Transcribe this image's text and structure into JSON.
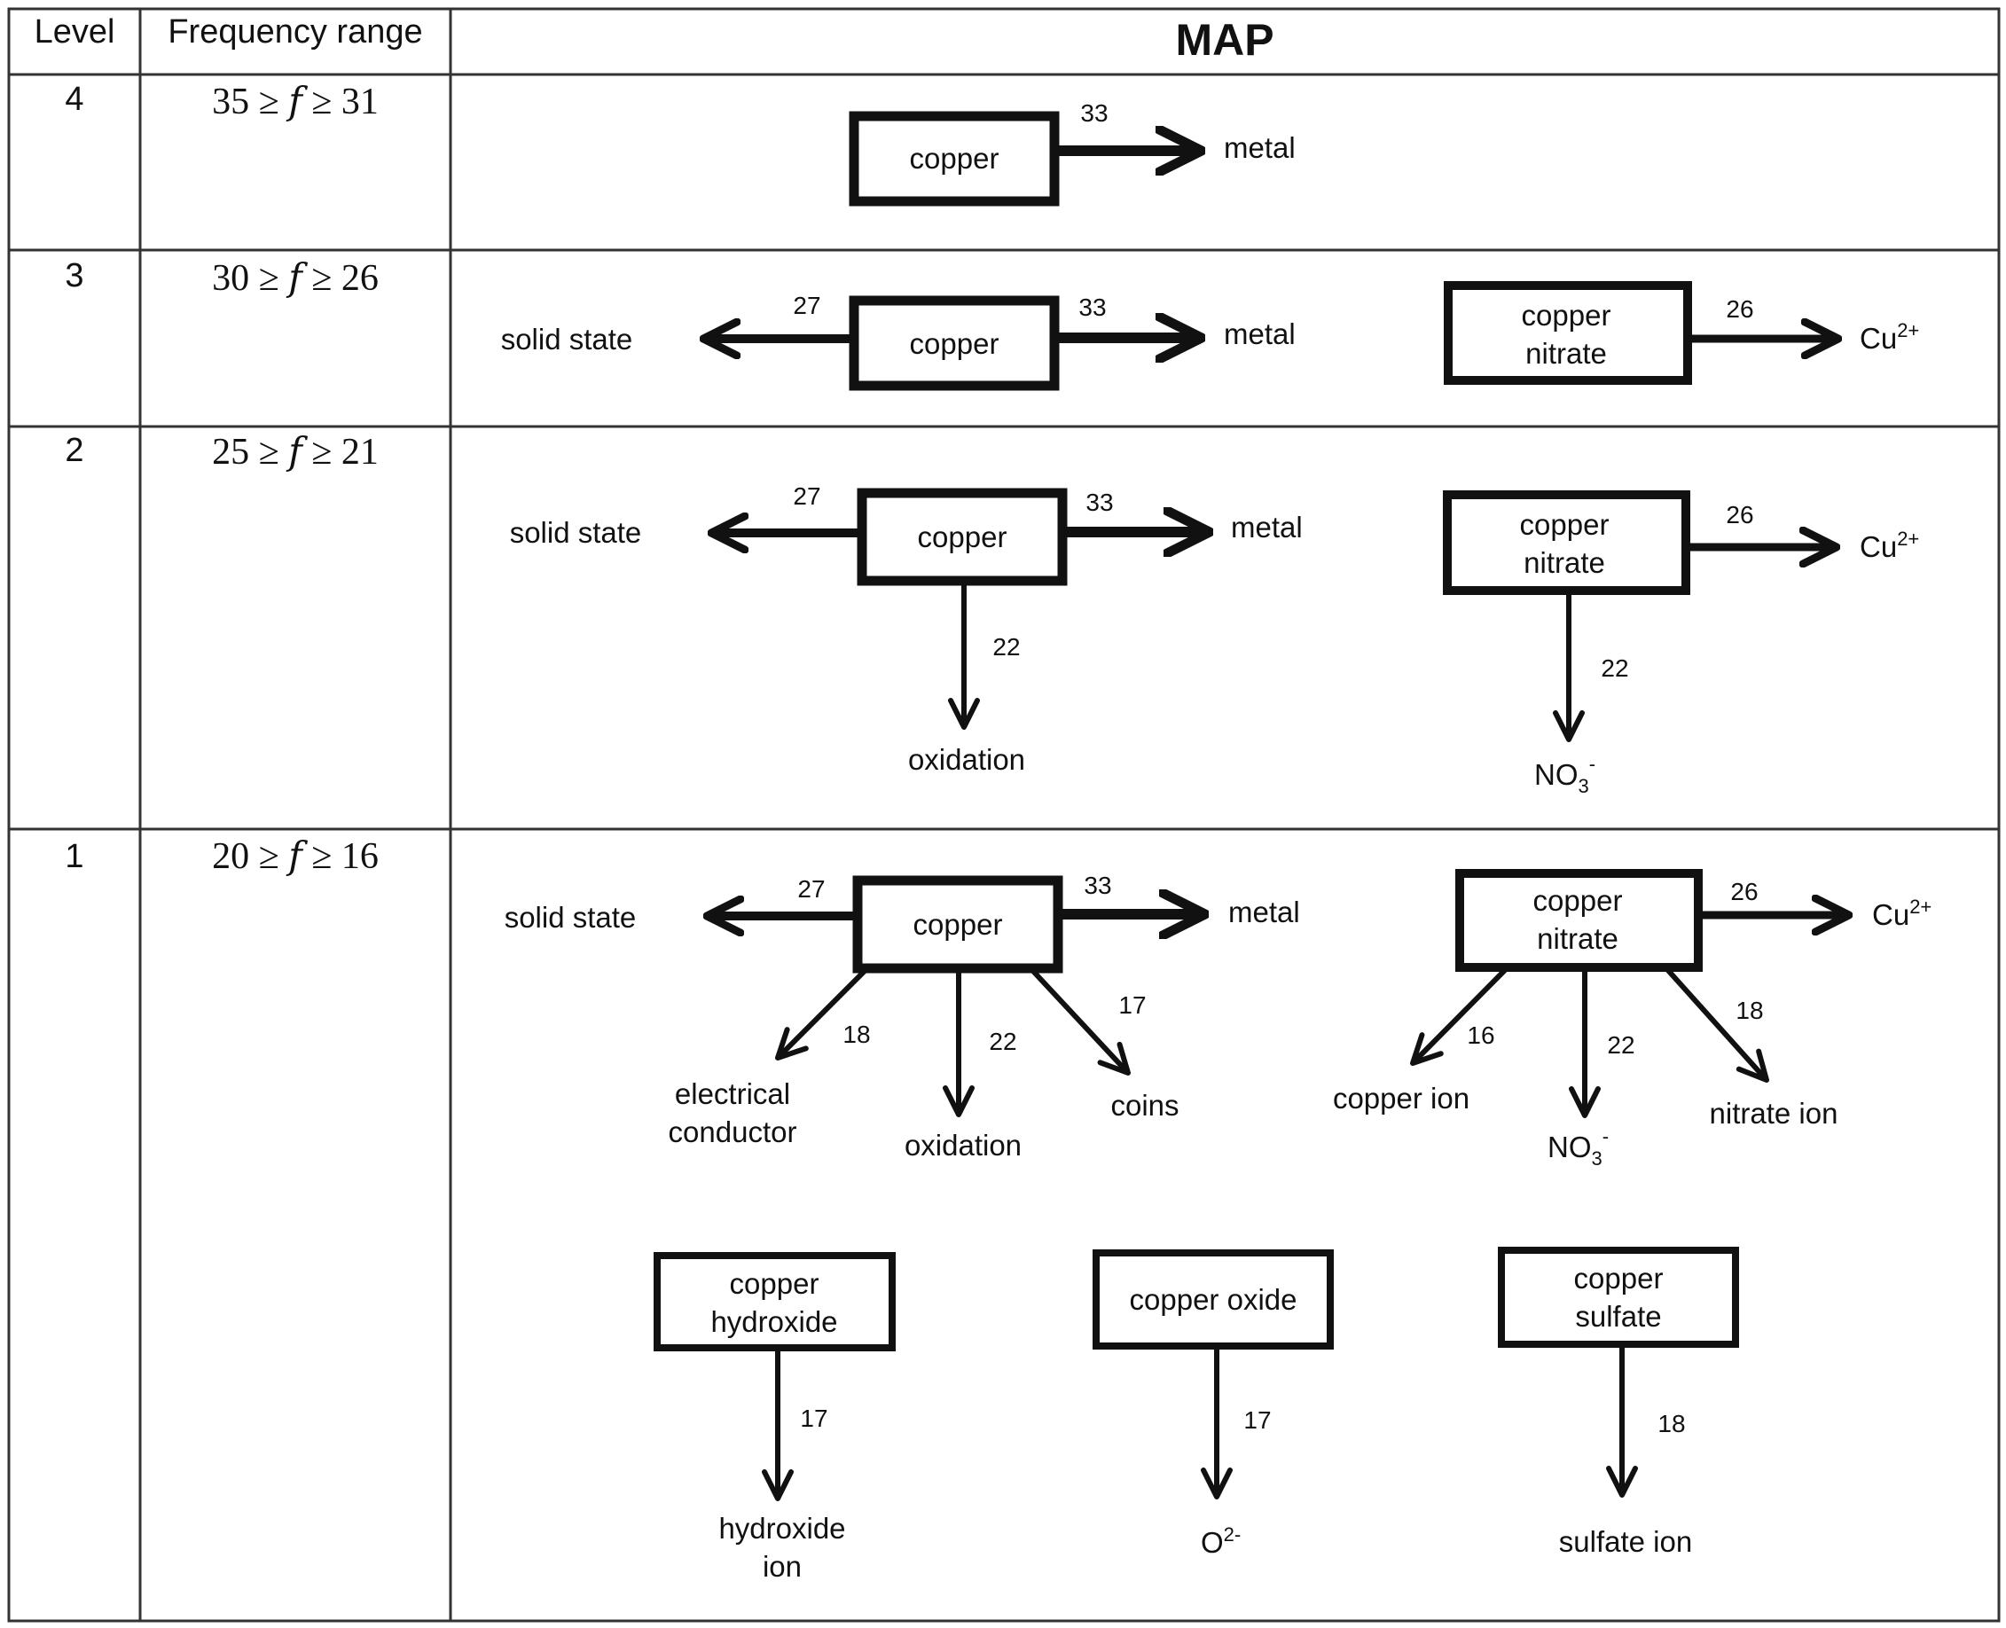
{
  "table": {
    "headers": {
      "level": "Level",
      "frequency": "Frequency range",
      "map": "MAP"
    },
    "rows": [
      {
        "level": "4",
        "frequency": "35 ≥ 𝑓 ≥ 31"
      },
      {
        "level": "3",
        "frequency": "30 ≥ 𝑓 ≥ 26"
      },
      {
        "level": "2",
        "frequency": "25 ≥ 𝑓 ≥ 21"
      },
      {
        "level": "1",
        "frequency": "20 ≥ 𝑓 ≥ 16"
      }
    ]
  },
  "terms": {
    "copper": "copper",
    "copper_nitrate": [
      "copper",
      "nitrate"
    ],
    "copper_hydroxide": [
      "copper",
      "hydroxide"
    ],
    "copper_oxide": "copper oxide",
    "copper_sulfate": [
      "copper",
      "sulfate"
    ],
    "metal": "metal",
    "solid_state": "solid state",
    "oxidation": "oxidation",
    "electrical_conductor": [
      "electrical",
      "conductor"
    ],
    "coins": "coins",
    "copper_ion": "copper ion",
    "nitrate_ion": "nitrate ion",
    "hydroxide_ion": [
      "hydroxide",
      "ion"
    ],
    "sulfate_ion": "sulfate ion",
    "cu2": {
      "base": "Cu",
      "sup": "2+"
    },
    "no3": {
      "base": "NO",
      "sub": "3",
      "sup": "-"
    },
    "o2": {
      "base": "O",
      "sup": "2-"
    }
  },
  "weights": {
    "copper_metal": "33",
    "copper_solid_state": "27",
    "copper_nitrate_cu2": "26",
    "copper_oxidation": "22",
    "copper_nitrate_no3": "22",
    "copper_electrical_conductor": "18",
    "copper_coins": "17",
    "copper_nitrate_copper_ion": "16",
    "copper_nitrate_nitrate_ion": "18",
    "copper_hydroxide_hydroxide_ion": "17",
    "copper_oxide_o2": "17",
    "copper_sulfate_sulfate_ion": "18"
  }
}
